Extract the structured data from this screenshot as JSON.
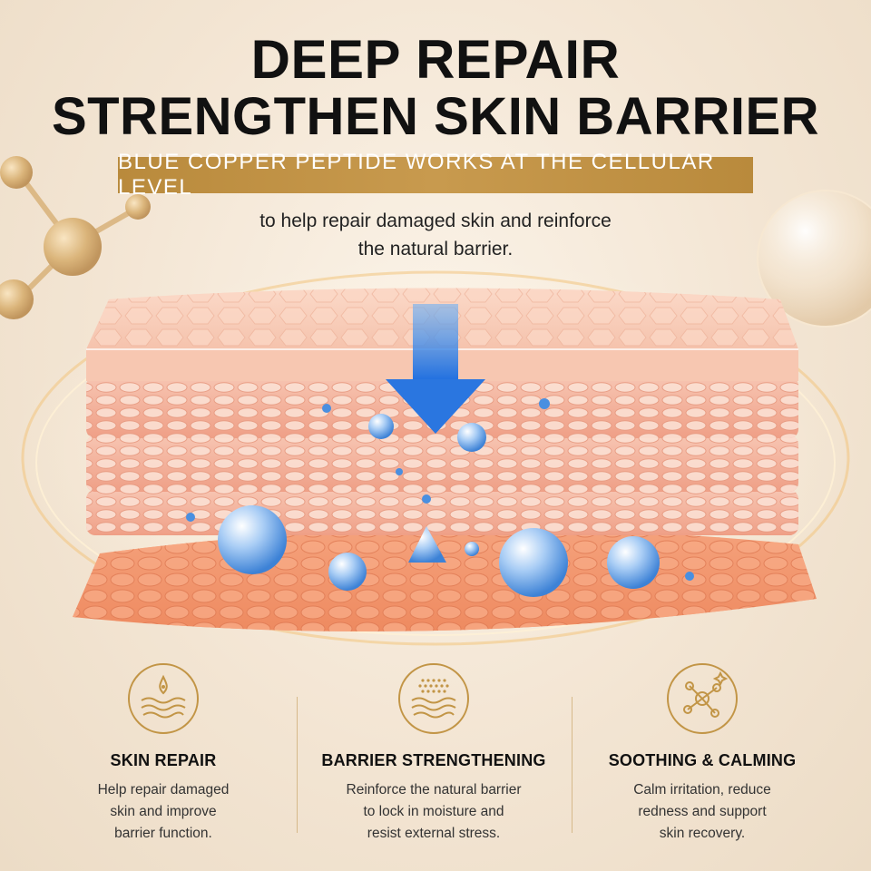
{
  "headline": {
    "line1": "DEEP REPAIR",
    "line2": "STRENGTHEN SKIN BARRIER"
  },
  "banner": "BLUE COPPER PEPTIDE WORKS AT THE CELLULAR LEVEL",
  "subtitle": {
    "line1": "to help repair damaged skin and reinforce",
    "line2": "the natural barrier."
  },
  "colors": {
    "gold": "#c29546",
    "skin_top": "#f7c9b4",
    "skin_deep": "#f0936c",
    "droplet_blue": "#5b9be4",
    "arrow_blue": "#2f7fe6"
  },
  "features": [
    {
      "icon": "skin-repair-icon",
      "name": "SKIN REPAIR",
      "desc": [
        "Help repair damaged",
        "skin and improve",
        "barrier function."
      ]
    },
    {
      "icon": "barrier-layers-icon",
      "name": "BARRIER STRENGTHENING",
      "desc": [
        "Reinforce the natural barrier",
        "to lock in moisture and",
        "resist external stress."
      ]
    },
    {
      "icon": "soothing-molecule-icon",
      "name": "SOOTHING & CALMING",
      "desc": [
        "Calm irritation, reduce",
        "redness and support",
        "skin recovery."
      ]
    }
  ]
}
